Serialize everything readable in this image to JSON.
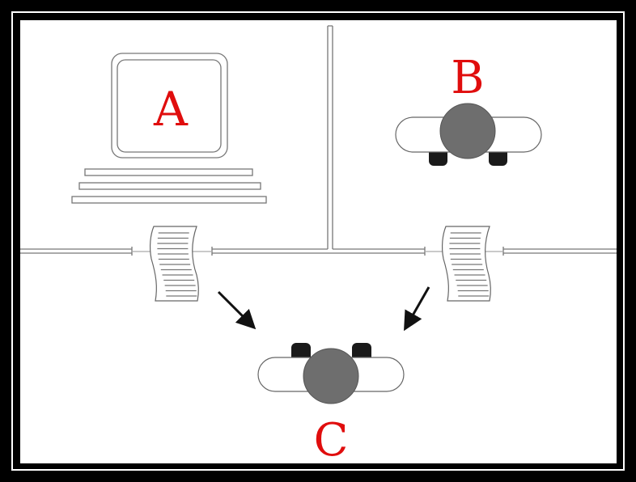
{
  "labels": {
    "a": "A",
    "b": "B",
    "c": "C"
  },
  "colors": {
    "label": "#e00d0d",
    "head": "#6e6e6e",
    "hand": "#1a1a1a",
    "line": "#666666"
  }
}
